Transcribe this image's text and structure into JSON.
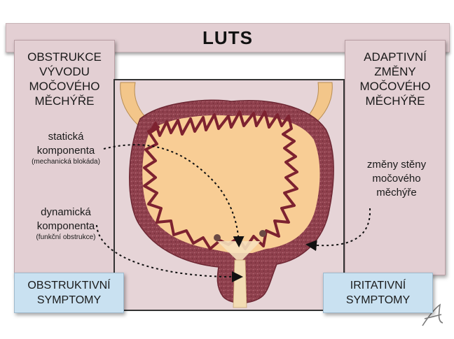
{
  "title": "LUTS",
  "left_panel": {
    "heading": [
      "OBSTRUKCE",
      "VÝVODU",
      "MOČOVÉHO",
      "MĚCHÝŘE"
    ],
    "static": {
      "label": [
        "statická",
        "komponenta"
      ],
      "sub": "(mechanická blokáda)"
    },
    "dynamic": {
      "label": [
        "dynamická",
        "komponenta"
      ],
      "sub": "(funkční obstrukce)"
    }
  },
  "right_panel": {
    "heading": [
      "ADAPTIVNÍ",
      "ZMĚNY",
      "MOČOVÉHO",
      "MĚCHÝŘE"
    ],
    "wall": {
      "label": [
        "změny stěny",
        "močového",
        "měchýře"
      ]
    }
  },
  "bottom_left": [
    "OBSTRUKTIVNÍ",
    "SYMPTOMY"
  ],
  "bottom_right": [
    "IRITATIVNÍ",
    "SYMPTOMY"
  ],
  "colors": {
    "panel": "#e3cfd3",
    "symptom_box": "#c9e1f1",
    "bladder_wall": "#8e3f4c",
    "bladder_lumen": "#f8cd95",
    "urethra": "#f2dcb3"
  }
}
